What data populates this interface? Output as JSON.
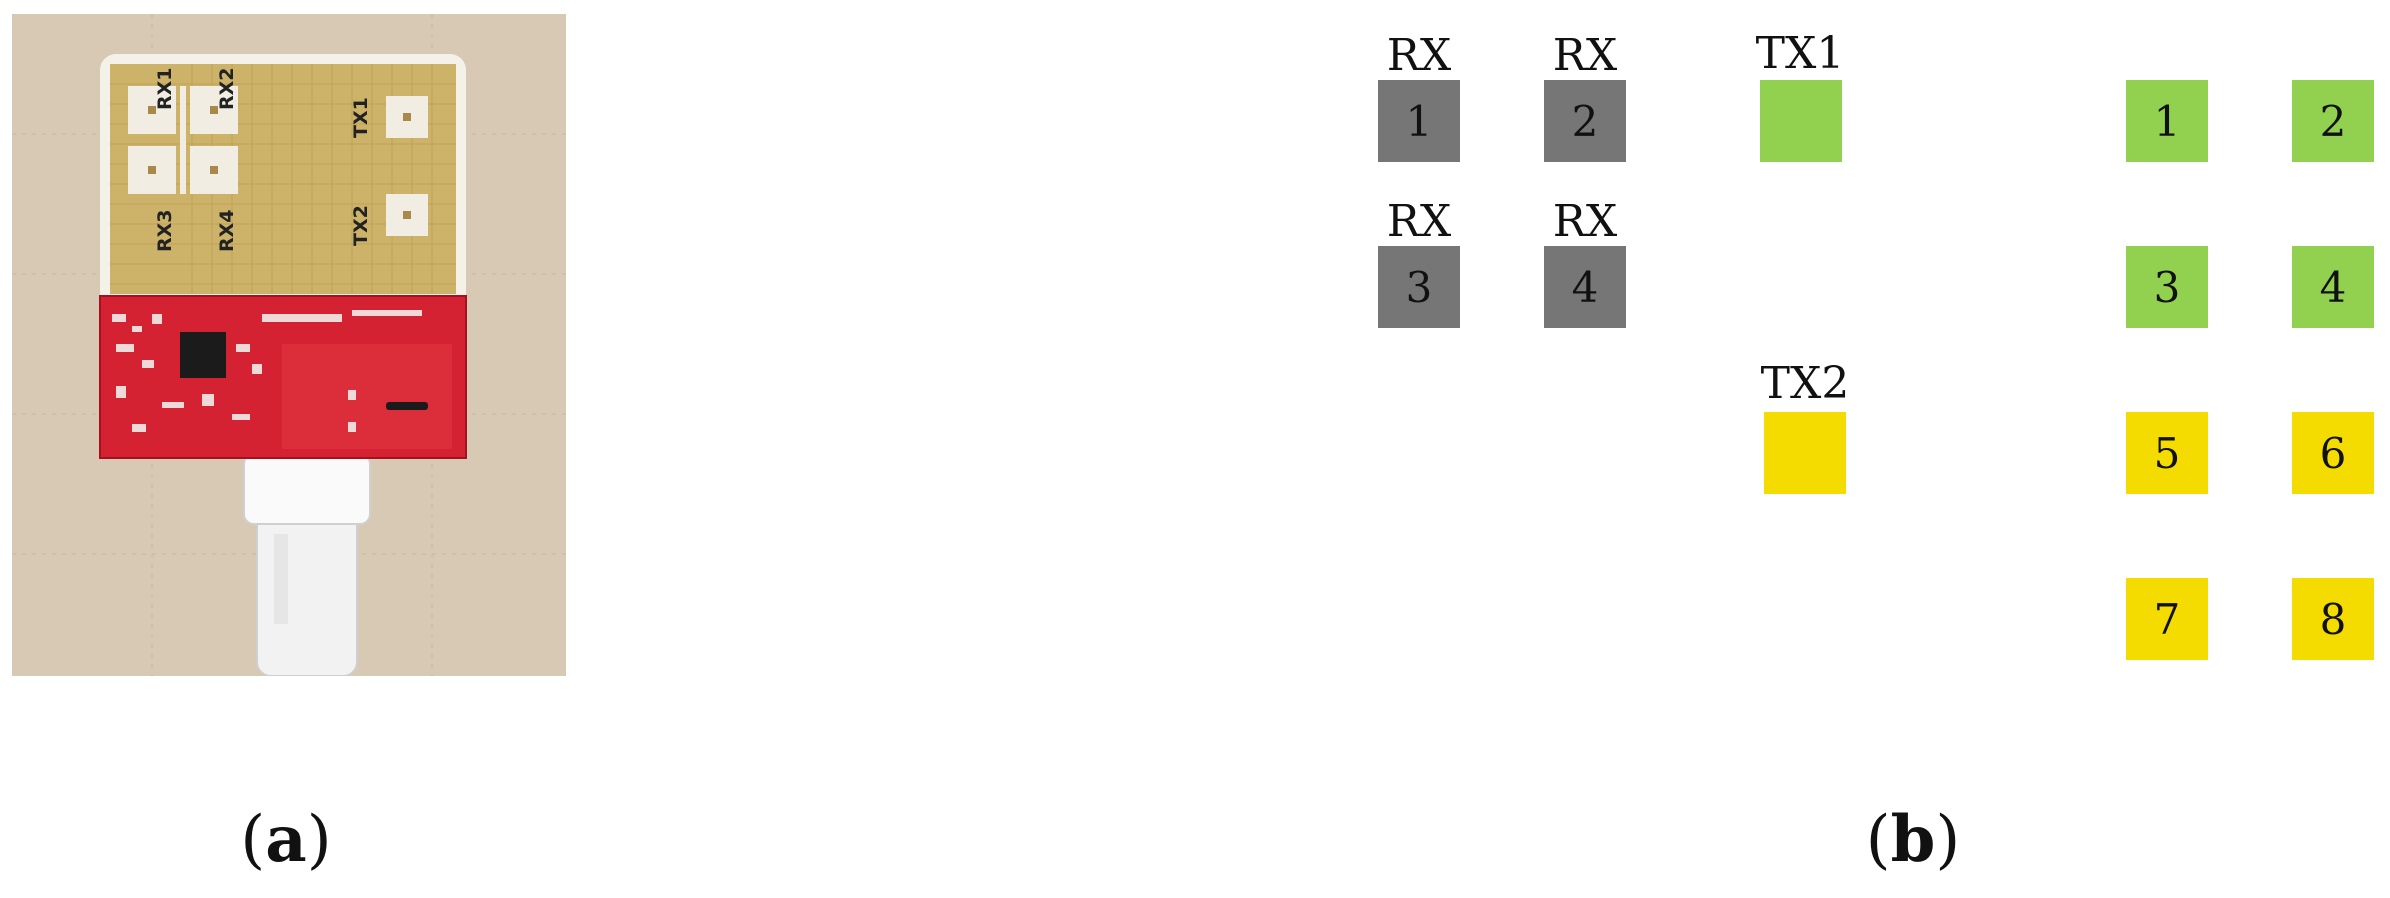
{
  "captions": {
    "a": "(a)",
    "b": "(b)"
  },
  "photo": {
    "labels": {
      "rx1": "RX1",
      "rx2": "RX2",
      "rx3": "RX3",
      "rx4": "RX4",
      "tx1": "TX1",
      "tx2": "TX2"
    }
  },
  "diagram": {
    "rx": [
      {
        "label": "RX",
        "number": "1"
      },
      {
        "label": "RX",
        "number": "2"
      },
      {
        "label": "RX",
        "number": "3"
      },
      {
        "label": "RX",
        "number": "4"
      }
    ],
    "tx": [
      {
        "label": "TX1"
      },
      {
        "label": "TX2"
      }
    ],
    "virtual": [
      "1",
      "2",
      "3",
      "4",
      "5",
      "6",
      "7",
      "8"
    ]
  },
  "colors": {
    "rx_gray": "#767676",
    "tx1_green": "#92d050",
    "tx2_yellow": "#f5dc00",
    "pcb_red": "#d42232",
    "pcb_gold": "#cdb36a"
  }
}
